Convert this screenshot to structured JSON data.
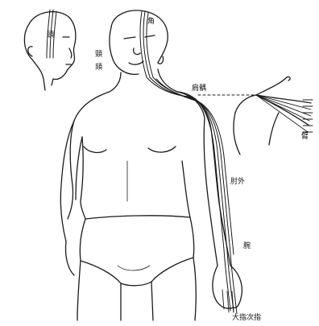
{
  "labels": {
    "head_small": "頭",
    "crown": "角",
    "temple": "頸",
    "face": "頦",
    "shoulder": "肩髃",
    "arm_right": "臂",
    "elbow": "肘外",
    "wrist": "腕",
    "finger": "大指次指"
  },
  "colors": {
    "line": "#1a1a1a",
    "background": "#ffffff"
  }
}
